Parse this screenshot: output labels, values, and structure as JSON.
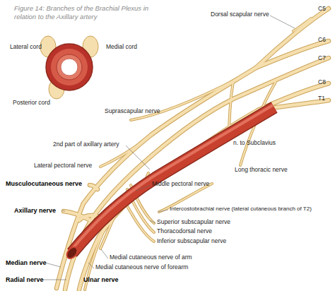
{
  "diagram": {
    "title": "Figure 14: Branches of the Brachial Plexus in relation to the Axillary artery",
    "labels": [
      "Lateral cord",
      "Medial cord",
      "Dorsal scapular nerve",
      "C5",
      "C6",
      "C7",
      "C8",
      "T1",
      "Posterior cord",
      "Suprascapular nerve",
      "n. to Subclavius",
      "2nd part of axillary artery",
      "Lateral pectoral nerve",
      "Long thoracic nerve",
      "Musculocutaneous nerve",
      "Middle pectoral nerve",
      "Intercostobrachial nerve (lateral cutaneous branch of T2)",
      "Axillary nerve",
      "Superior subscapular nerve",
      "Thoracodorsal nerve",
      "Inferior subscapular nerve",
      "Medial cutaneous nerve of arm",
      "Median nerve",
      "Medial cutaneous nerve of forearm",
      "Radial nerve",
      "Ulnar nerve"
    ]
  }
}
